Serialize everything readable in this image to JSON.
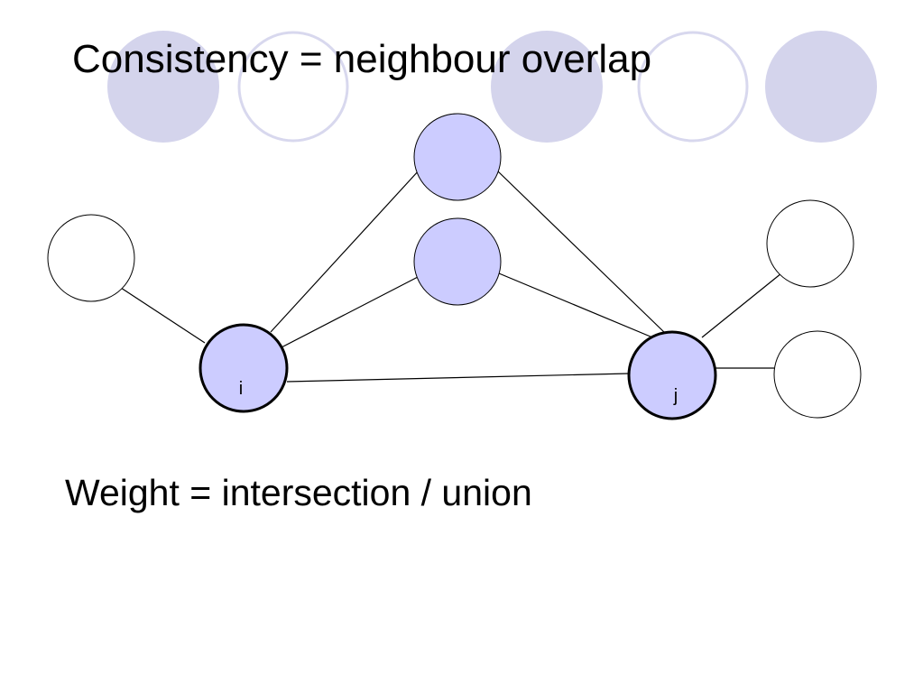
{
  "slide": {
    "title": "Consistency = neighbour overlap",
    "body": "Weight = intersection / union"
  },
  "colors": {
    "accent_fill": "#ccccff",
    "deco_fill": "#d4d4ec",
    "deco_outline": "#d8d8ee",
    "edge": "#000000",
    "plain_node_fill": "#ffffff"
  },
  "graph": {
    "nodes": [
      {
        "id": "i",
        "label": "i",
        "highlighted": true
      },
      {
        "id": "j",
        "label": "j",
        "highlighted": true
      },
      {
        "id": "shared-top",
        "label": "",
        "highlighted": false
      },
      {
        "id": "shared-middle",
        "label": "",
        "highlighted": false
      },
      {
        "id": "i-only-left",
        "label": "",
        "highlighted": false
      },
      {
        "id": "j-only-upper",
        "label": "",
        "highlighted": false
      },
      {
        "id": "j-only-lower",
        "label": "",
        "highlighted": false
      }
    ],
    "edges": [
      [
        "i",
        "j"
      ],
      [
        "i",
        "shared-top"
      ],
      [
        "i",
        "shared-middle"
      ],
      [
        "i",
        "i-only-left"
      ],
      [
        "j",
        "shared-top"
      ],
      [
        "j",
        "shared-middle"
      ],
      [
        "j",
        "j-only-upper"
      ],
      [
        "j",
        "j-only-lower"
      ]
    ]
  }
}
